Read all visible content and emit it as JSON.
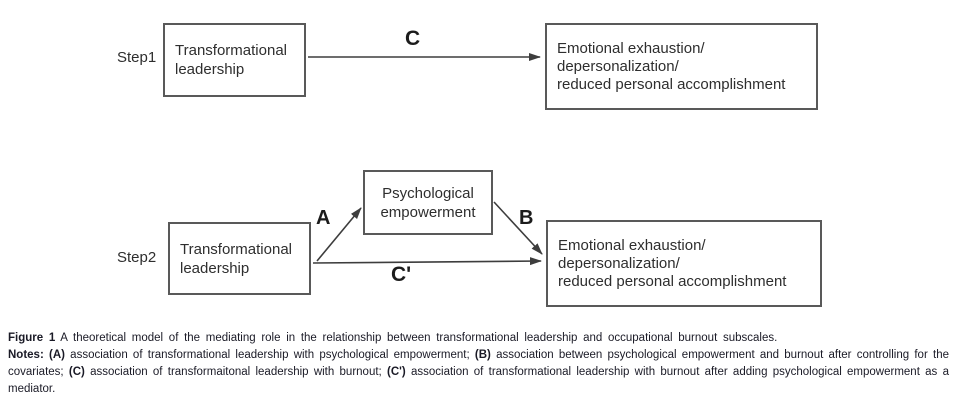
{
  "diagram": {
    "step1": {
      "label": "Step1",
      "predictor": "Transformational leadership",
      "path_c": "C",
      "outcome_lines": [
        "Emotional exhaustion/",
        "depersonalization/",
        "reduced personal accomplishment"
      ]
    },
    "step2": {
      "label": "Step2",
      "predictor": "Transformational leadership",
      "mediator": "Psychological empowerment",
      "path_a": "A",
      "path_b": "B",
      "path_c_prime": "C'",
      "outcome_lines": [
        "Emotional exhaustion/",
        "depersonalization/",
        "reduced personal accomplishment"
      ]
    }
  },
  "caption": {
    "figure_segments": [
      {
        "text": "Figure 1",
        "bold": true
      },
      {
        "text": " A theoretical model of the mediating role in the relationship between transformational leadership and occupational burnout subscales.",
        "bold": false
      }
    ],
    "notes_segments": [
      {
        "text": "Notes: ",
        "bold": true
      },
      {
        "text": "(A)",
        "bold": true
      },
      {
        "text": " association of transformational leadership with psychological empowerment; ",
        "bold": false
      },
      {
        "text": "(B)",
        "bold": true
      },
      {
        "text": " association between psychological empowerment and burnout after controlling for the covariates; ",
        "bold": false
      },
      {
        "text": "(C)",
        "bold": true
      },
      {
        "text": " association of transformaitonal leadership with burnout; ",
        "bold": false
      },
      {
        "text": "(C')",
        "bold": true
      },
      {
        "text": " association of transformational leadership with burnout after adding psychological empowerment as a mediator.",
        "bold": false
      }
    ]
  },
  "colors": {
    "box_border": "#595959",
    "arrow": "#3d3d3d",
    "diagram_text": "#2e2e2e",
    "caption_text": "#1a1a26"
  }
}
